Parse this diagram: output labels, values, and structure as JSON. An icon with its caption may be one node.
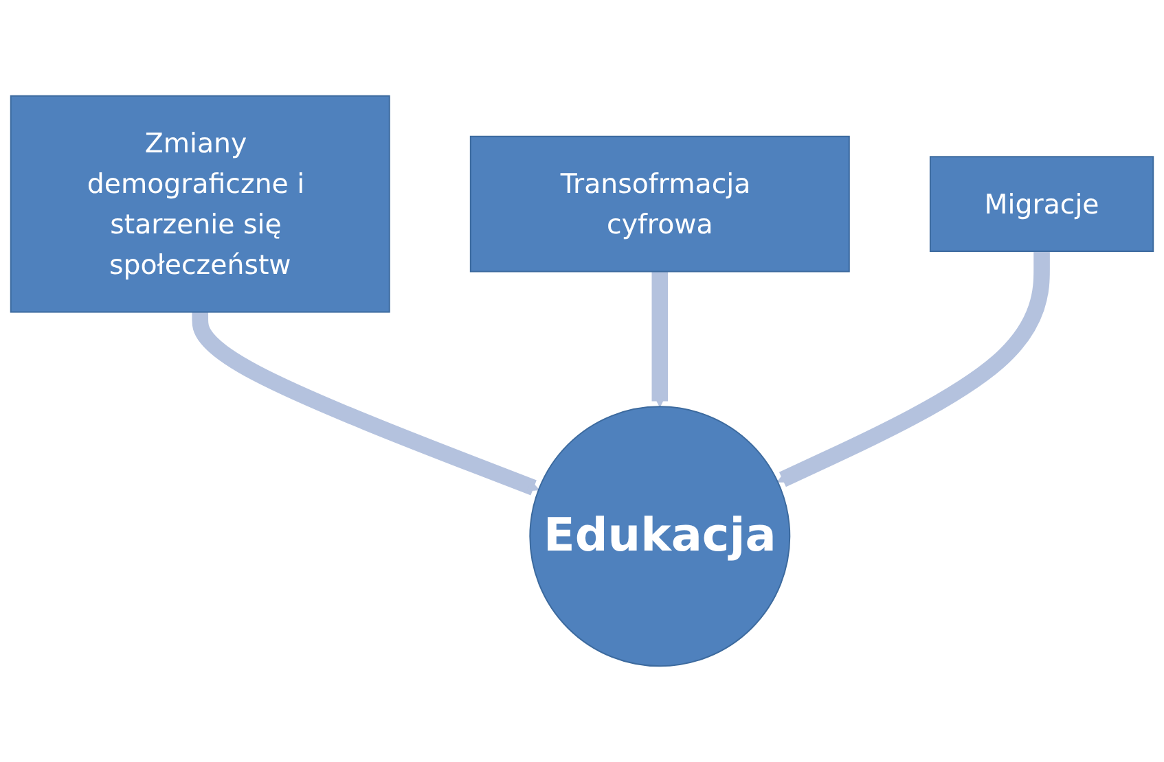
{
  "diagram": {
    "nodes": [
      {
        "text": [
          "Zmiany demograficzne i starzenie się społeczeństw"
        ]
      },
      {
        "text": [
          "Transofrmacja cyfrowa"
        ]
      },
      {
        "text": [
          "Migracje"
        ]
      },
      {
        "text": [
          "Edukacja"
        ]
      }
    ],
    "edges": [
      {
        "from": 0,
        "to": 3,
        "arrow": "to"
      },
      {
        "from": 1,
        "to": 3,
        "arrow": "to"
      },
      {
        "from": 2,
        "to": 3,
        "arrow": "to"
      }
    ]
  }
}
